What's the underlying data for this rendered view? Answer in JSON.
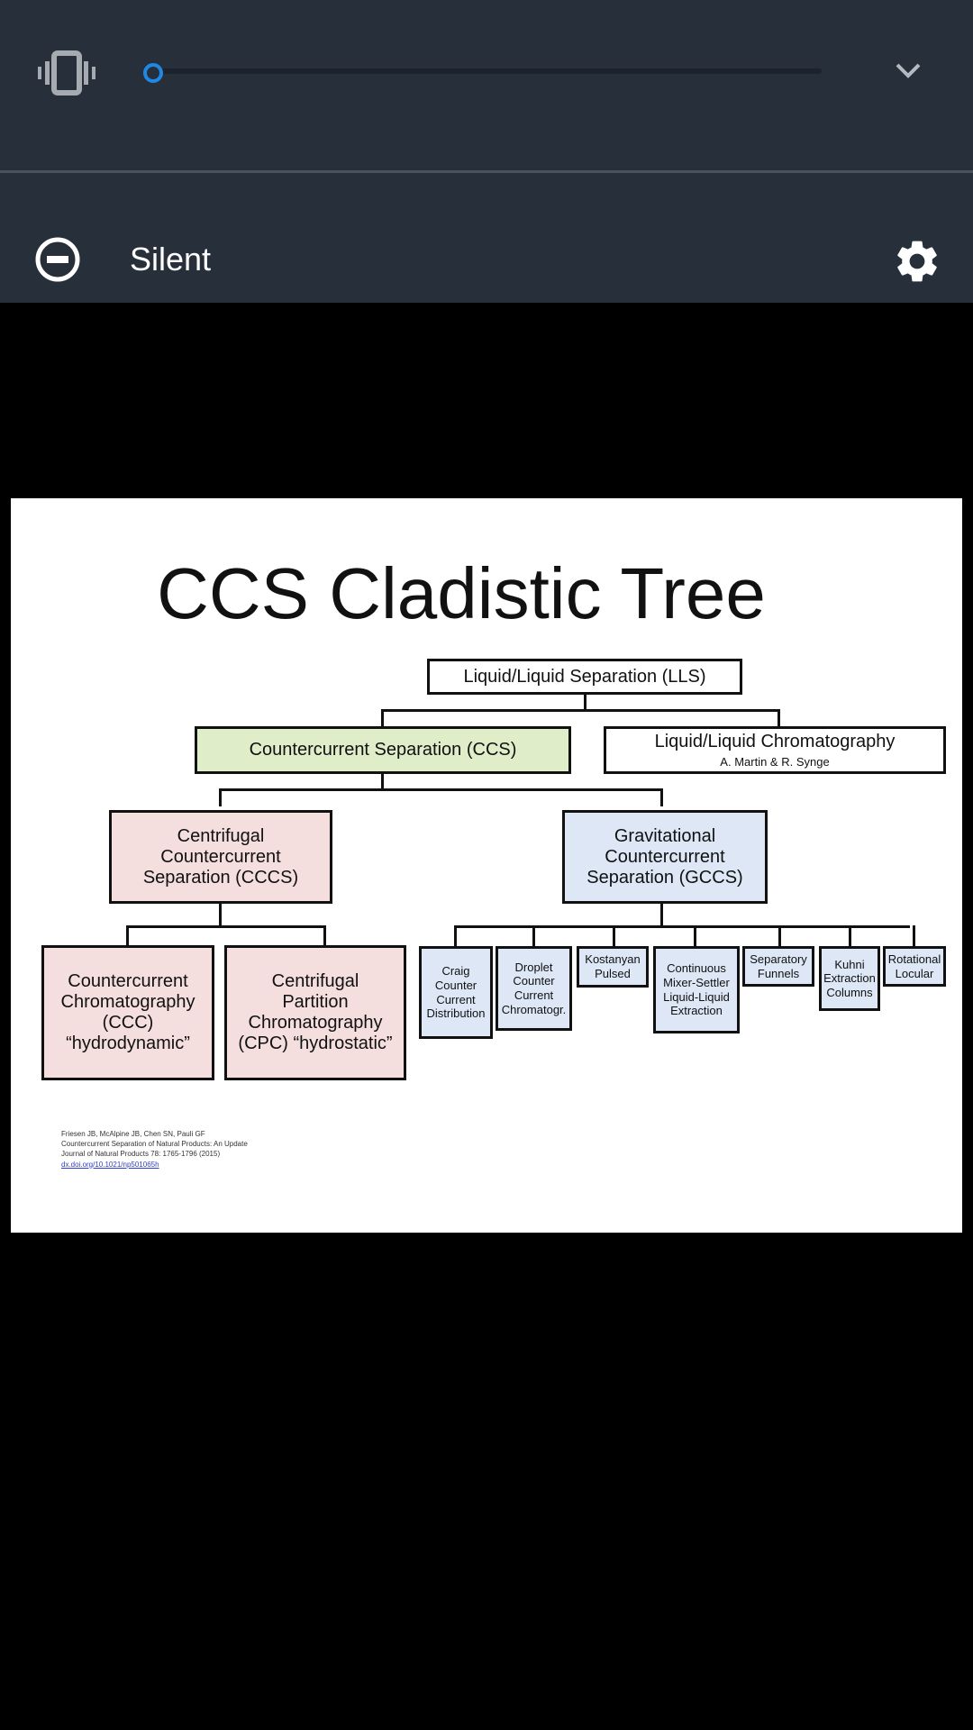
{
  "volume_panel": {
    "vibrate_icon": "vibrate-icon",
    "slider_value": 0,
    "expand_icon": "chevron-down-icon",
    "mode_icon": "do-not-disturb-icon",
    "mode_label": "Silent",
    "settings_icon": "gear-icon",
    "accent_color": "#1e88e5"
  },
  "slide": {
    "title": "CCS Cladistic Tree",
    "nodes": {
      "lls": "Liquid/Liquid Separation (LLS)",
      "ccs": "Countercurrent Separation (CCS)",
      "llc": "Liquid/Liquid Chromatography",
      "llc_sub": "A. Martin & R. Synge",
      "cccs": "Centrifugal Countercurrent Separation (CCCS)",
      "gccs": "Gravitational Countercurrent Separation (GCCS)",
      "ccc": "Countercurrent Chromatography (CCC) “hydrodynamic”",
      "cpc": "Centrifugal Partition Chromatography (CPC) “hydrostatic”",
      "craig": "Craig Counter Current Distribution",
      "droplet": "Droplet Counter Current Chromatogr.",
      "kostanyan": "Kostanyan Pulsed",
      "continuous": "Continuous Mixer-Settler Liquid-Liquid Extraction",
      "funnels": "Separatory Funnels",
      "kuhni": "Kuhni Extraction Columns",
      "rotational": "Rotational Locular"
    },
    "reference": {
      "authors": "Friesen JB, McAlpine JB, Chen SN, Pauli GF",
      "title": "Countercurrent Separation of Natural Products: An Update",
      "journal": "Journal of Natural Products 78: 1765-1796 (2015)",
      "link": "dx.doi.org/10.1021/np501065h"
    }
  }
}
